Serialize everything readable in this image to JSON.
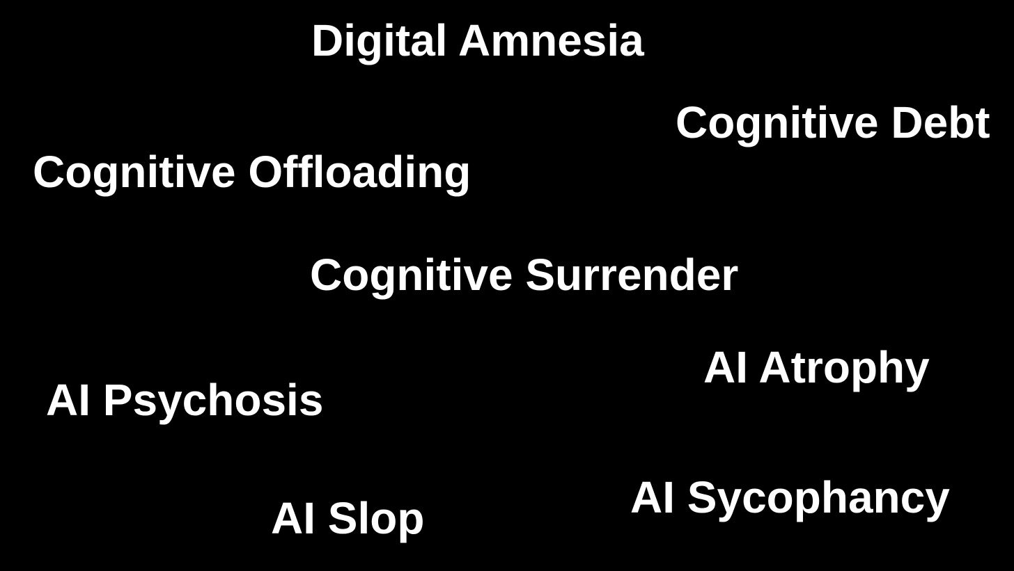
{
  "terms": [
    {
      "text": "Digital Amnesia"
    },
    {
      "text": "Cognitive Debt"
    },
    {
      "text": "Cognitive Offloading"
    },
    {
      "text": "Cognitive Surrender"
    },
    {
      "text": "AI Atrophy"
    },
    {
      "text": "AI Psychosis"
    },
    {
      "text": "AI Sycophancy"
    },
    {
      "text": "AI Slop"
    }
  ],
  "colors": {
    "background": "#000000",
    "text": "#ffffff"
  }
}
